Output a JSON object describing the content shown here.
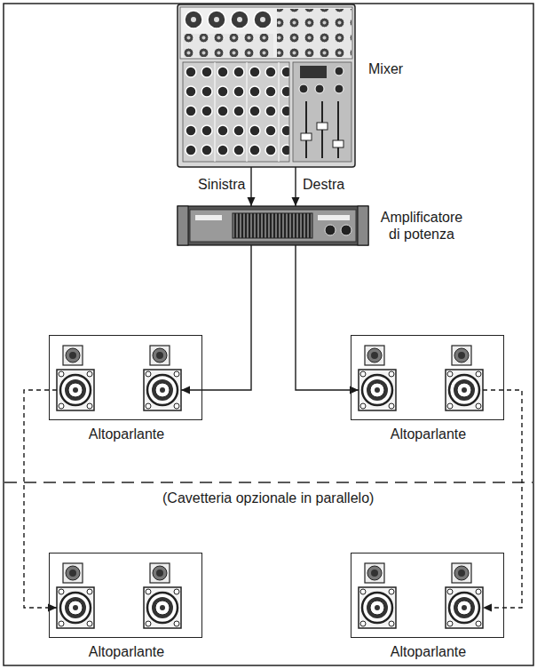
{
  "diagram": {
    "nodes": [
      {
        "text": [
          "Mixer"
        ]
      },
      {
        "text": [
          "Amplificatore di potenza"
        ]
      },
      {
        "text": [
          "Altoparlante"
        ]
      },
      {
        "text": [
          "Altoparlante"
        ]
      },
      {
        "text": [
          "Altoparlante"
        ]
      },
      {
        "text": [
          "Altoparlante"
        ]
      }
    ],
    "edges": [
      {
        "from": 0,
        "to": 1,
        "arrow": "to",
        "label": "Sinistra"
      },
      {
        "from": 0,
        "to": 1,
        "arrow": "to",
        "label": "Destra"
      },
      {
        "from": 1,
        "to": 2,
        "arrow": "to"
      },
      {
        "from": 1,
        "to": 3,
        "arrow": "to"
      },
      {
        "from": 2,
        "to": 4,
        "arrow": "to"
      },
      {
        "from": 3,
        "to": 5,
        "arrow": "to"
      }
    ],
    "labels": [
      "(Cavetteria opzionale in parallelo)"
    ]
  }
}
